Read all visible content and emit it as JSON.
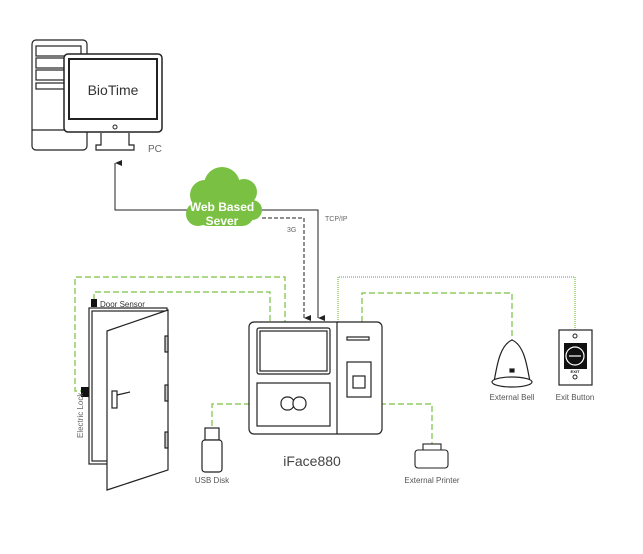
{
  "diagram": {
    "pc": {
      "screen_text": "BioTime",
      "label": "PC"
    },
    "cloud": {
      "line1": "Web Based",
      "line2": "Sever",
      "color": "#7ac143"
    },
    "links": {
      "tcpip": "TCP/IP",
      "threeg": "3G"
    },
    "door": {
      "sensor_label": "Door Sensor",
      "lock_label": "Electric Lock"
    },
    "device": {
      "name": "iFace880"
    },
    "usb": {
      "label": "USB Disk"
    },
    "printer": {
      "label": "External Printer"
    },
    "bell": {
      "label": "External Bell"
    },
    "exit_button": {
      "label": "Exit Button",
      "text": "EXIT"
    },
    "colors": {
      "wire": "#7ac143",
      "line": "#222222"
    }
  }
}
